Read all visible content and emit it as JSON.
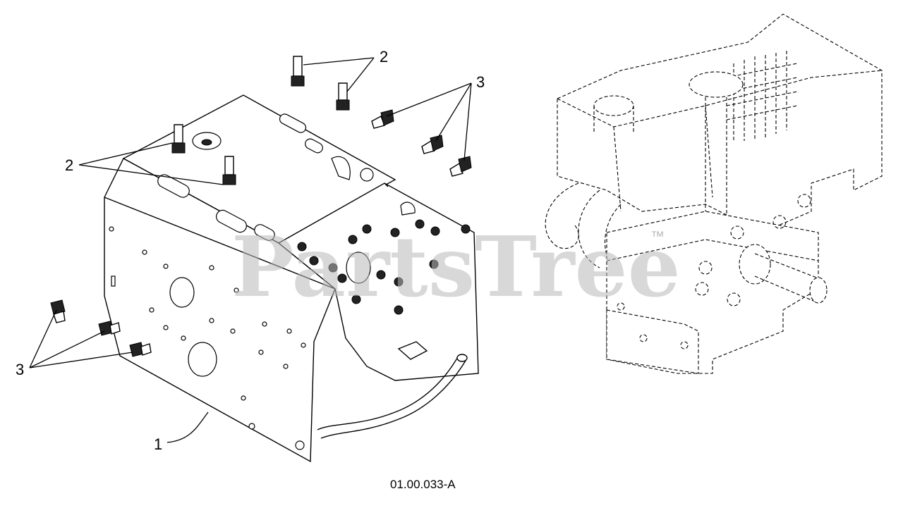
{
  "diagram": {
    "figure_id": "01.00.033-A",
    "watermark": "PartsTree",
    "watermark_mark": "™",
    "callouts": [
      {
        "label": "1",
        "part": "frame-plate"
      },
      {
        "label": "2",
        "part": "stud-upper"
      },
      {
        "label": "3",
        "part": "screw-right"
      },
      {
        "label": "2",
        "part": "stud-left"
      },
      {
        "label": "3",
        "part": "screw-left"
      }
    ]
  }
}
